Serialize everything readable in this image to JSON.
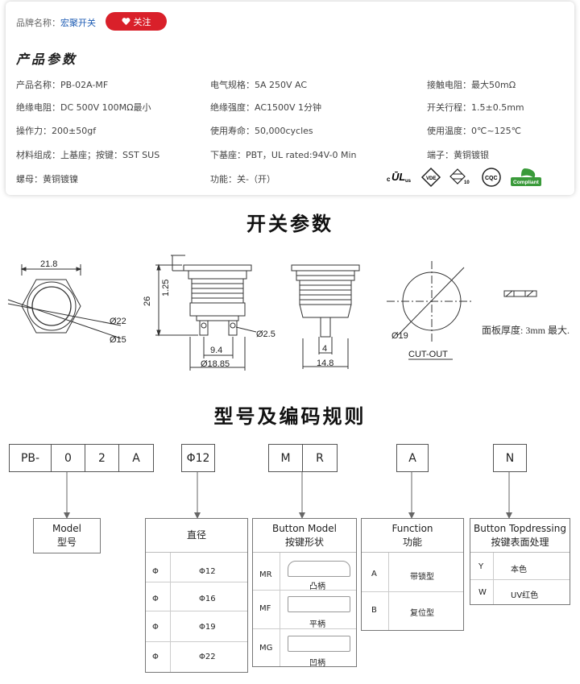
{
  "brand": {
    "label": "品牌名称：",
    "value": "宏聚开关",
    "follow": "关注"
  },
  "product_params": {
    "title": "产品参数",
    "items": [
      "产品名称：PB-02A-MF",
      "电气规格：5A  250V  AC",
      "接触电阻：最大50mΩ",
      "绝缘电阻：DC 500V 100MΩ最小",
      "绝缘强度：AC1500V 1分钟",
      "开关行程：1.5±0.5mm",
      "操作力：200±50gf",
      "使用寿命：50,000cycles",
      "使用温度：0℃~125℃",
      "材料组成：上基座；按键：SST SUS",
      "下基座：PBT，UL rated:94V-0 Min",
      "端子：黄铜镀银",
      "螺母：黄铜镀镍",
      "功能：关-（开）"
    ],
    "certs": [
      "c UL us",
      "VDE",
      "ENEC 10",
      "CQC",
      "RoHS Compliant"
    ]
  },
  "switch_params": {
    "title": "开关参数",
    "dims": {
      "width": "21.8",
      "d1": "Ø22",
      "d2": "Ø15",
      "thread_h": "1.25",
      "height": "26",
      "hole": "Ø2.5",
      "pitch": "9.4",
      "body": "Ø18.85",
      "term": "4",
      "depth": "14.8",
      "cut": "Ø19",
      "cut_label": "CUT-OUT"
    },
    "thickness": "面板厚度: 3mm 最大."
  },
  "coding": {
    "title": "型号及编码规则",
    "codes": [
      "PB-",
      "0",
      "2",
      "A",
      "Φ12",
      "M",
      "R",
      "A",
      "N"
    ],
    "model": {
      "en": "Model",
      "cn": "型号"
    },
    "diameter": {
      "title": "直径",
      "rows": [
        [
          "Φ",
          "Φ12"
        ],
        [
          "Φ",
          "Φ16"
        ],
        [
          "Φ",
          "Φ19"
        ],
        [
          "Φ",
          "Φ22"
        ]
      ]
    },
    "button_model": {
      "en": "Button Model",
      "cn": "按键形状",
      "rows": [
        [
          "MR",
          "凸柄"
        ],
        [
          "MF",
          "平柄"
        ],
        [
          "MG",
          "凹柄"
        ]
      ]
    },
    "function": {
      "en": "Function",
      "cn": "功能",
      "rows": [
        [
          "A",
          "带锁型"
        ],
        [
          "B",
          "复位型"
        ]
      ]
    },
    "topdressing": {
      "en": "Button Topdressing",
      "cn": "按键表面处理",
      "rows": [
        [
          "Y",
          "本色"
        ],
        [
          "W",
          "UV红色"
        ]
      ]
    }
  }
}
